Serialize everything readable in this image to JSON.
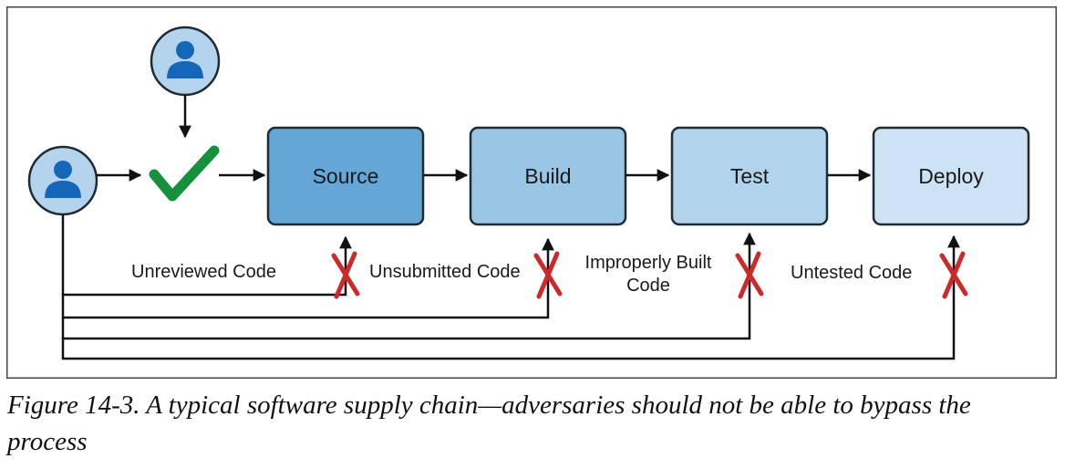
{
  "diagram": {
    "stages": [
      {
        "label": "Source",
        "fill": "#64a6d6"
      },
      {
        "label": "Build",
        "fill": "#9ac6e5"
      },
      {
        "label": "Test",
        "fill": "#b1d4ec"
      },
      {
        "label": "Deploy",
        "fill": "#cde3f3"
      }
    ],
    "bypass_labels": {
      "unreviewed": "Unreviewed Code",
      "unsubmitted": "Unsubmitted Code",
      "improper_line1": "Improperly Built",
      "improper_line2": "Code",
      "untested": "Untested Code"
    },
    "icons": {
      "developer": "person-icon",
      "reviewer": "person-icon",
      "approved": "checkmark-icon",
      "blocked": "x-icon"
    },
    "colors": {
      "border": "#1f2a33",
      "person_bg": "#b4d4ee",
      "person_fg": "#1467b8",
      "check": "#15913b",
      "x_mark": "#cc2a2a"
    }
  },
  "caption": "Figure 14-3. A typical software supply chain—adversaries should not be able to bypass the process"
}
